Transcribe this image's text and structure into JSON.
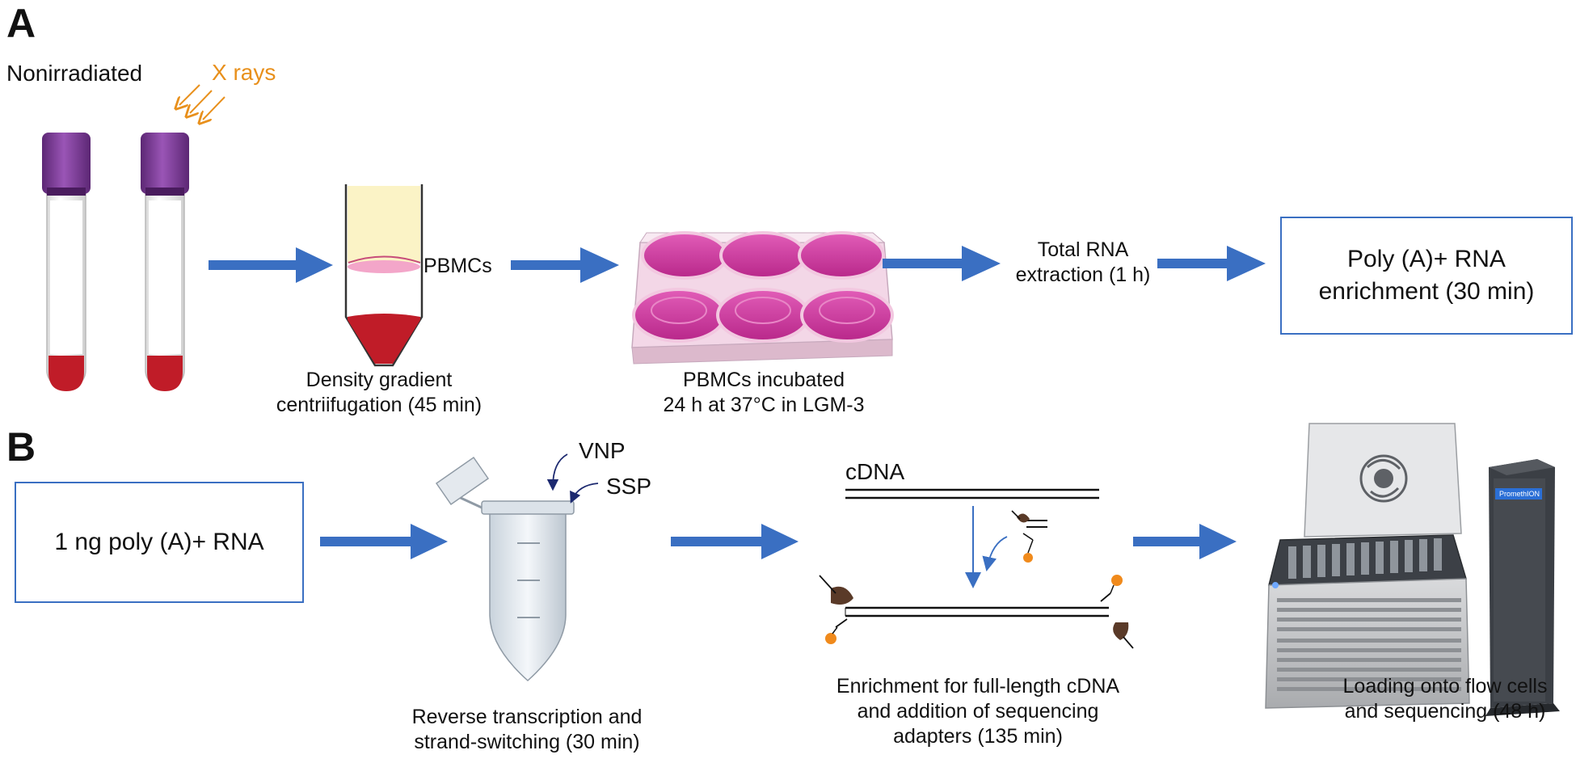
{
  "panels": {
    "a": {
      "letter": "A",
      "nonirradiated": "Nonirradiated",
      "xrays": "X rays",
      "pbmcs_layer": "PBMCs",
      "density_line1": "Density gradient",
      "density_line2": "centriifugation (45 min)",
      "incubated_line1": "PBMCs incubated",
      "incubated_line2": "24 h at 37°C in LGM-3",
      "rna_line1": "Total RNA",
      "rna_line2": "extraction (1 h)",
      "polya_line1": "Poly (A)+ RNA",
      "polya_line2": "enrichment (30 min)"
    },
    "b": {
      "letter": "B",
      "input_box": "1 ng poly (A)+ RNA",
      "vnp": "VNP",
      "ssp": "SSP",
      "rt_line1": "Reverse transcription and",
      "rt_line2": "strand-switching (30 min)",
      "cdna": "cDNA",
      "enrich_line1": "Enrichment for full-length cDNA",
      "enrich_line2": "and addition of sequencing",
      "enrich_line3": "adapters (135 min)",
      "load_line1": "Loading onto flow cells",
      "load_line2": "and sequencing (48 h)",
      "device_brand": "PromethION"
    }
  },
  "colors": {
    "arrow": "#3a6fc2",
    "xray": "#e8901c",
    "cap": "#7b3a96",
    "blood": "#c01c28",
    "media": "#cc3d98",
    "adapter_motor": "#5a3a28",
    "adapter_tether": "#f08a1c"
  }
}
